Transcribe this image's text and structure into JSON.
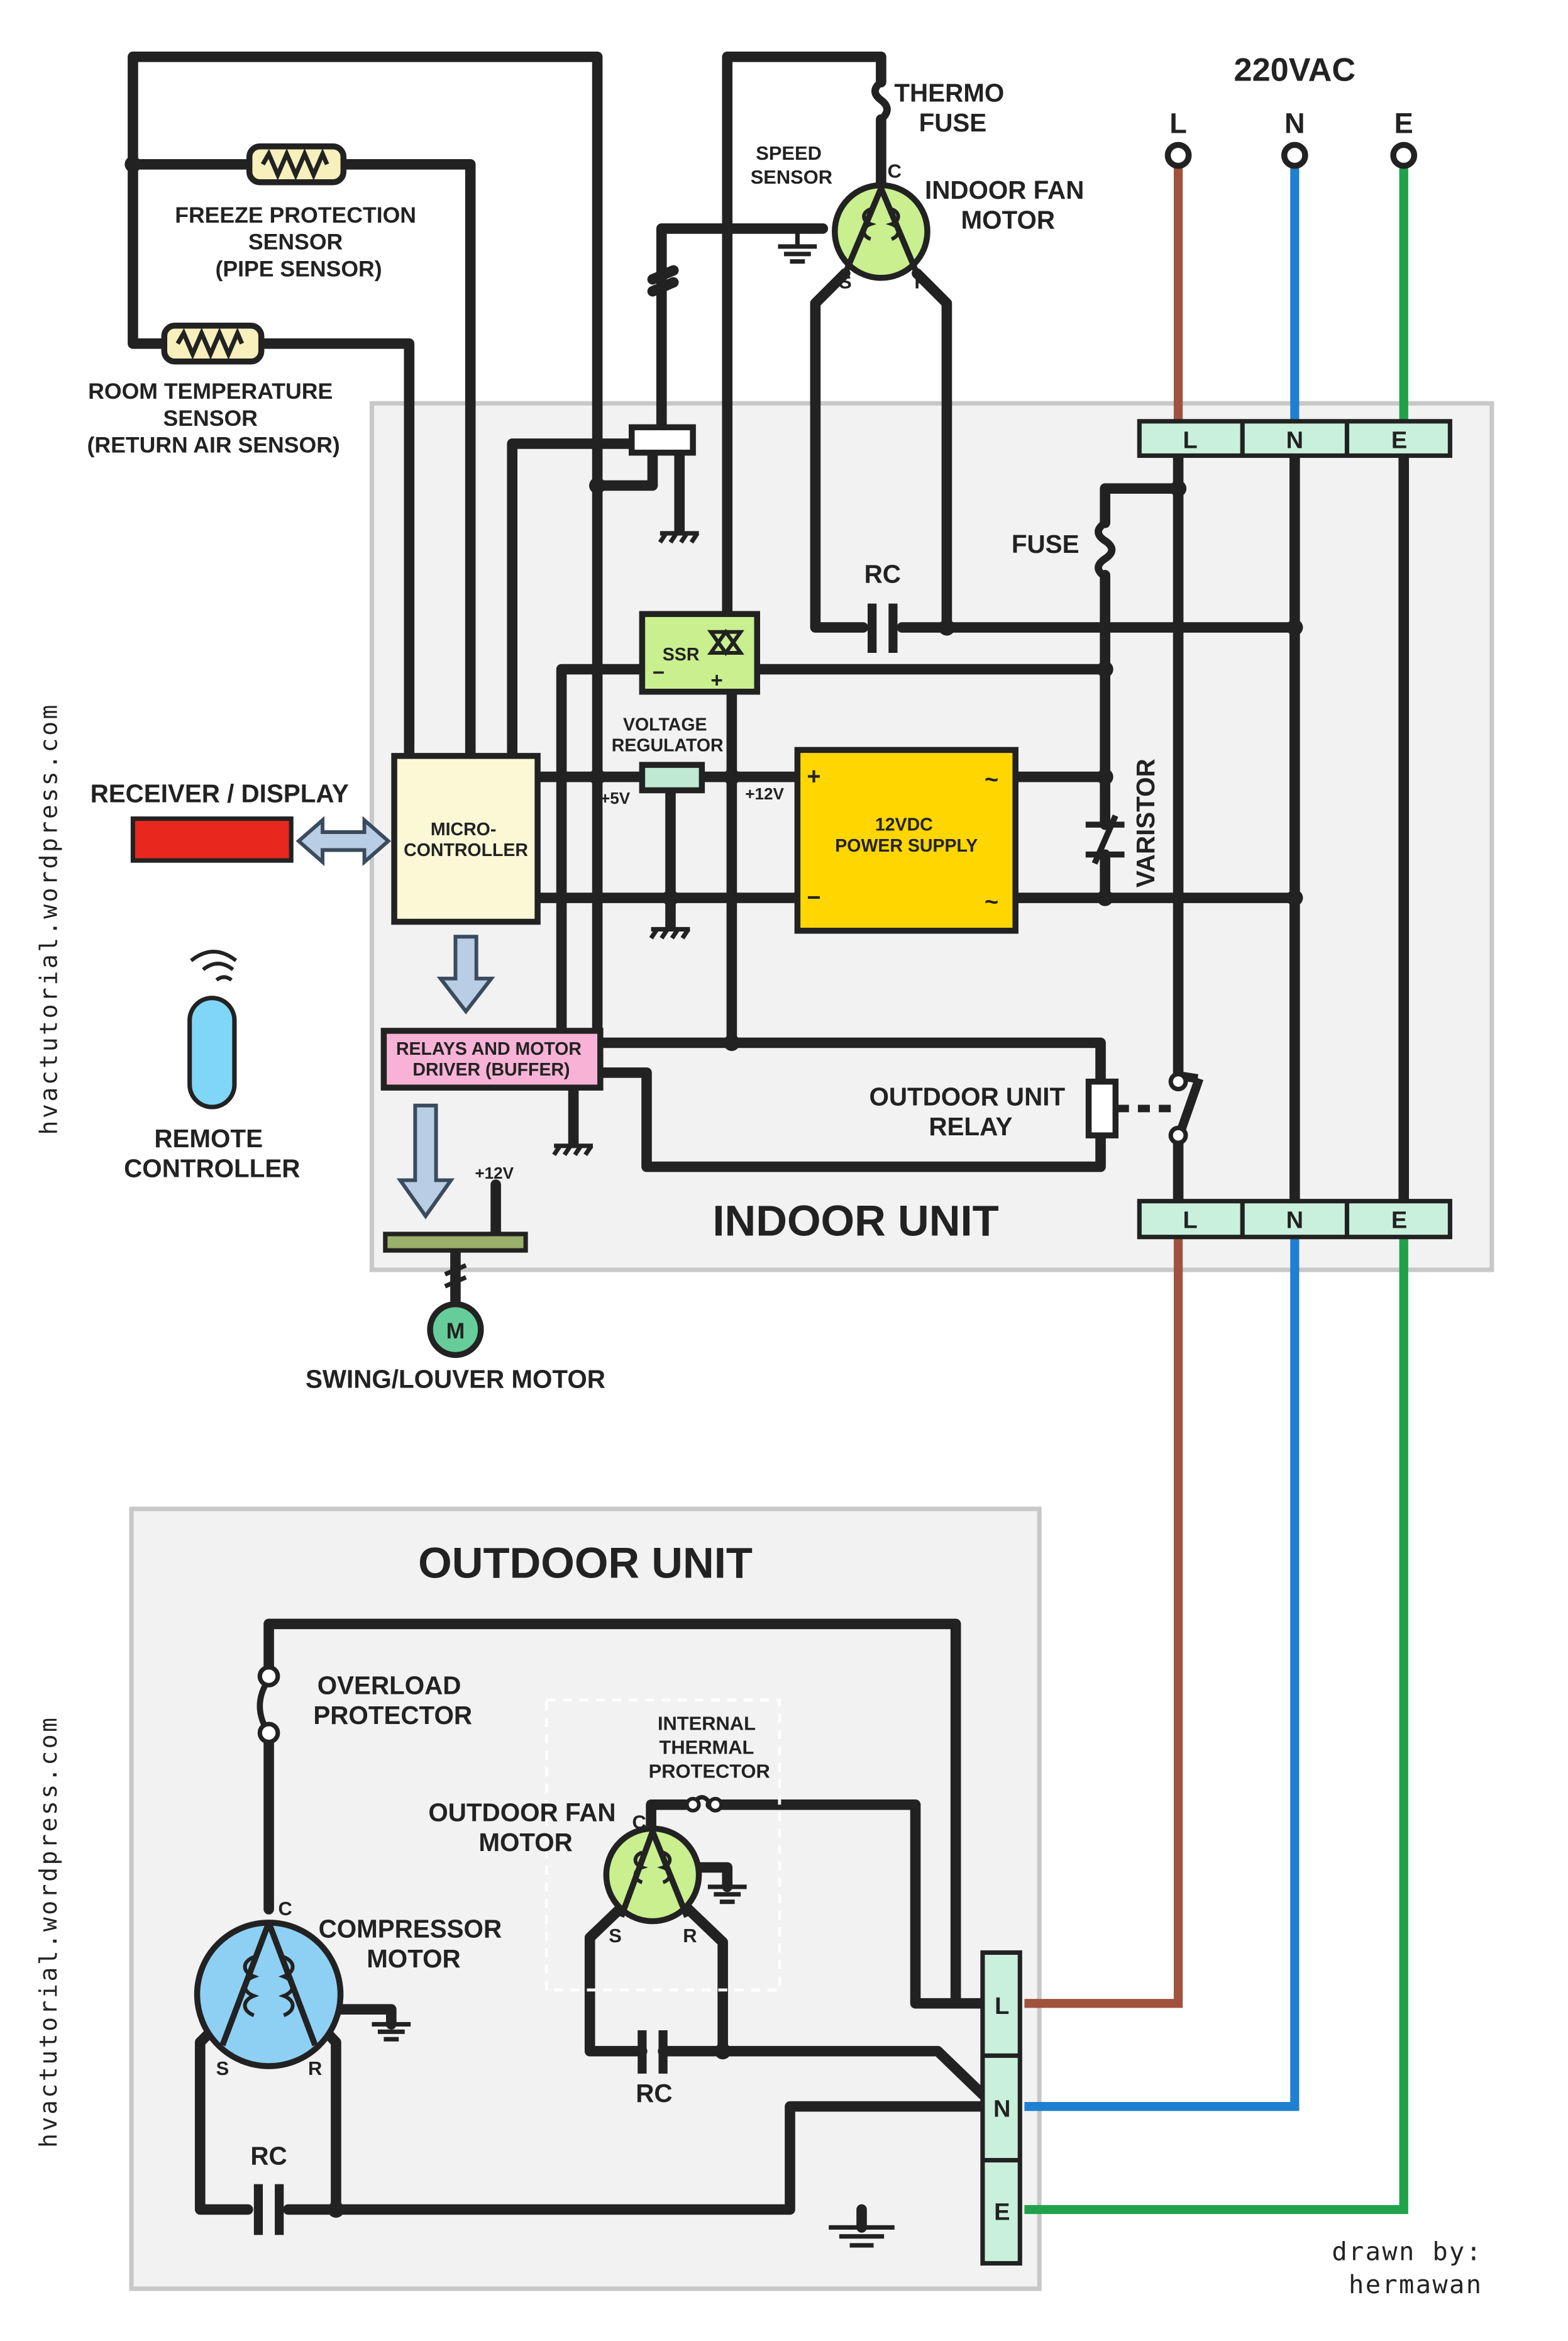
{
  "supply": {
    "title": "220VAC",
    "l": "L",
    "n": "N",
    "e": "E"
  },
  "sensors": {
    "freeze": [
      "FREEZE PROTECTION",
      "SENSOR",
      "(PIPE SENSOR)"
    ],
    "room": [
      "ROOM TEMPERATURE",
      "SENSOR",
      "(RETURN AIR SENSOR)"
    ],
    "speed": [
      "SPEED",
      "SENSOR"
    ]
  },
  "indoor_fan": {
    "thermo_fuse": [
      "THERMO",
      "FUSE"
    ],
    "motor": [
      "INDOOR FAN",
      "MOTOR"
    ],
    "c": "C",
    "s": "S",
    "r": "R",
    "rc": "RC"
  },
  "indoor": {
    "title": "INDOOR UNIT",
    "fuse": "FUSE",
    "ssr": "SSR",
    "ssr_minus": "−",
    "ssr_plus": "+",
    "voltage_regulator": [
      "VOLTAGE",
      "REGULATOR"
    ],
    "plus5": "+5V",
    "plus12": "+12V",
    "psu": [
      "12VDC",
      "POWER SUPPLY"
    ],
    "psu_plus": "+",
    "psu_minus": "−",
    "psu_ac": "~",
    "varistor": "VARISTOR",
    "micro": [
      "MICRO-",
      "CONTROLLER"
    ],
    "relays": [
      "RELAYS AND MOTOR",
      "DRIVER (BUFFER)"
    ],
    "outdoor_relay": [
      "OUTDOOR UNIT",
      "RELAY"
    ],
    "swing_12v": "+12V",
    "terminal": [
      "L",
      "N",
      "E"
    ],
    "terminal_bottom": [
      "L",
      "N",
      "E"
    ]
  },
  "receiver": "RECEIVER / DISPLAY",
  "remote": [
    "REMOTE",
    "CONTROLLER"
  ],
  "swing": {
    "label": "SWING/LOUVER MOTOR",
    "m": "M"
  },
  "outdoor": {
    "title": "OUTDOOR UNIT",
    "overload": [
      "OVERLOAD",
      "PROTECTOR"
    ],
    "itp": [
      "INTERNAL",
      "THERMAL",
      "PROTECTOR"
    ],
    "fan_motor": [
      "OUTDOOR FAN",
      "MOTOR"
    ],
    "fan_c": "C",
    "fan_s": "S",
    "fan_r": "R",
    "fan_rc": "RC",
    "compressor": [
      "COMPRESSOR",
      "MOTOR"
    ],
    "comp_c": "C",
    "comp_s": "S",
    "comp_r": "R",
    "comp_rc": "RC",
    "terminal": [
      "L",
      "N",
      "E"
    ]
  },
  "watermark": "hvactutorial.wordpress.com",
  "credit": [
    "drawn by:",
    "hermawan"
  ],
  "colors": {
    "live": "#a0523d",
    "neutral": "#1f7fd1",
    "earth": "#1fa24a"
  }
}
